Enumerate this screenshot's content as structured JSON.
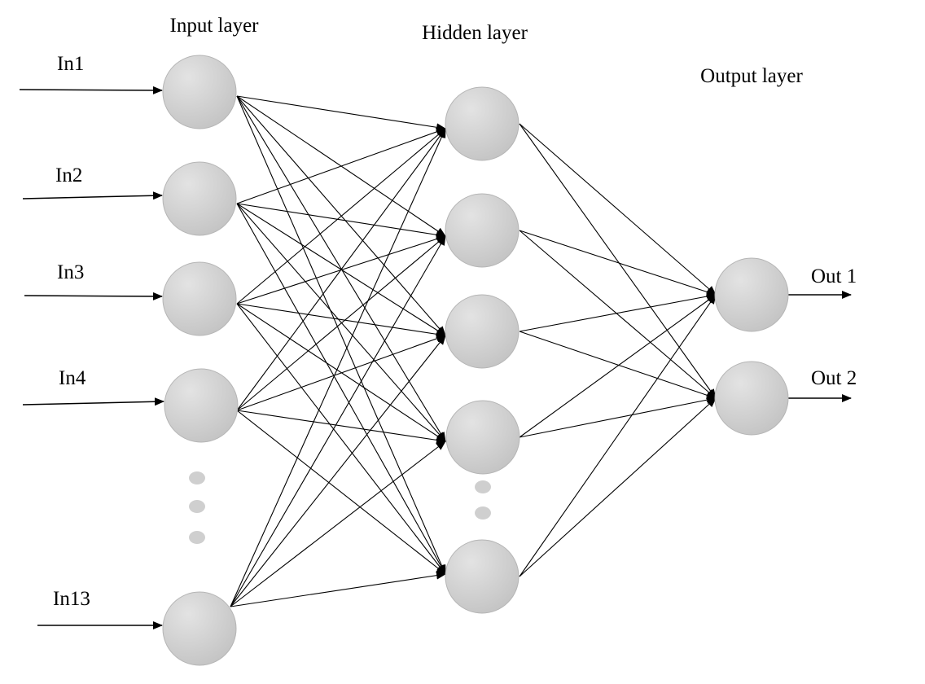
{
  "layers": {
    "input": "Input layer",
    "hidden": "Hidden layer",
    "output": "Output layer"
  },
  "inputs": [
    "In1",
    "In2",
    "In3",
    "In4",
    "In13"
  ],
  "outputs": [
    "Out 1",
    "Out 2"
  ],
  "colors": {
    "node_fill": "#d0d0d0",
    "node_stroke": "#b5b5b5",
    "edge": "#000000",
    "ellipsis_dot": "#cfcfcf"
  }
}
